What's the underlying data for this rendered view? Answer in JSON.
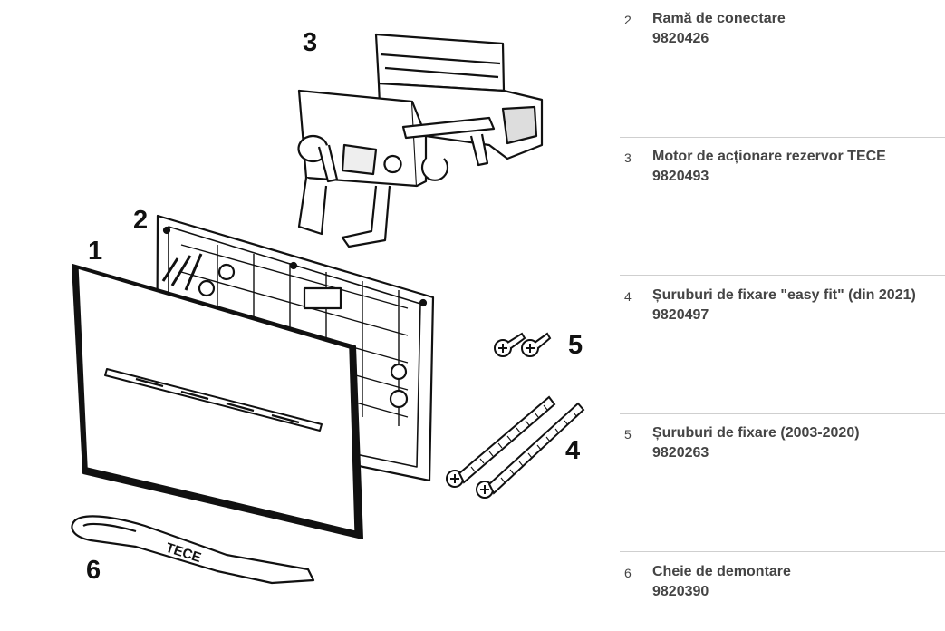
{
  "callouts": [
    "1",
    "2",
    "3",
    "4",
    "5",
    "6"
  ],
  "tool_brand": "TECE",
  "parts": [
    {
      "num": "2",
      "name": "Ramă de conectare",
      "code": "9820426"
    },
    {
      "num": "3",
      "name": "Motor de acționare rezervor TECE",
      "code": "9820493"
    },
    {
      "num": "4",
      "name": "Șuruburi de fixare \"easy fit\" (din 2021)",
      "code": "9820497"
    },
    {
      "num": "5",
      "name": "Șuruburi de fixare (2003-2020)",
      "code": "9820263"
    },
    {
      "num": "6",
      "name": "Cheie de demontare",
      "code": "9820390"
    }
  ]
}
